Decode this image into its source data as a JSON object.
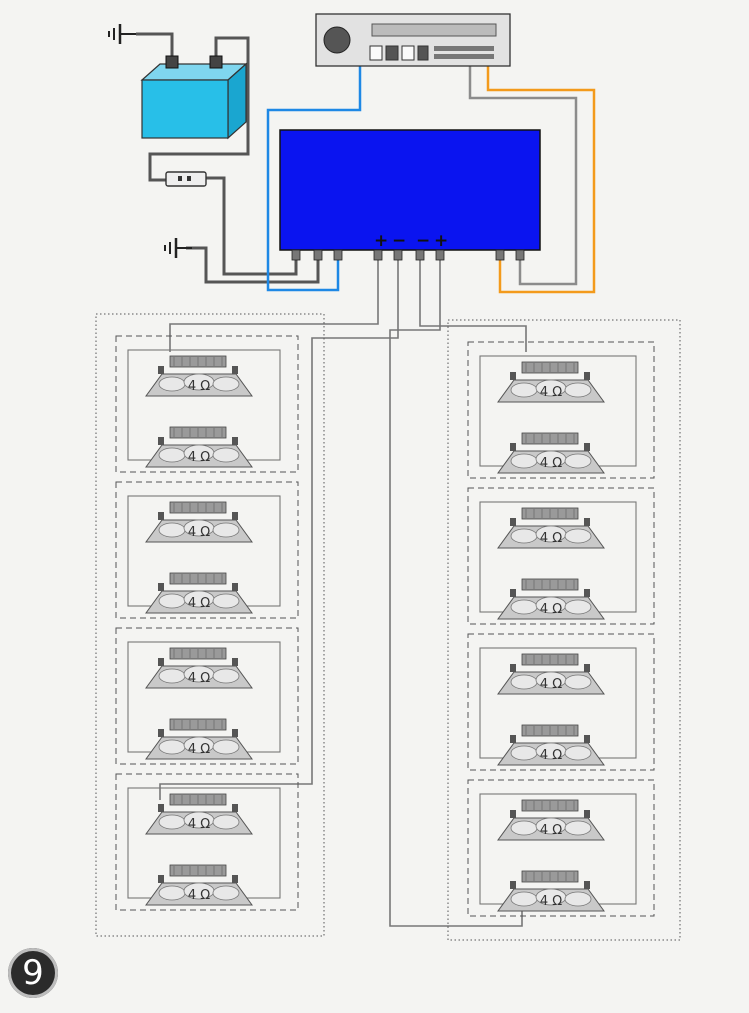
{
  "page": {
    "number": "9"
  },
  "colors": {
    "amplifier_fill": "#0a14f0",
    "battery_fill": "#28bfe8",
    "wire_dark": "#555555",
    "wire_grey": "#8c8c8c",
    "wire_blue": "#1e88e5",
    "wire_orange": "#f39a1c",
    "speaker_fill": "#c9c9c9"
  },
  "amplifier": {
    "terminal_labels": [
      "+",
      "−",
      "−",
      "+"
    ]
  },
  "speakers": {
    "impedance_label": "4 Ω",
    "columns": 2,
    "per_column": 8,
    "groups_per_column": 4
  },
  "icons": [
    "ground-icon",
    "battery-icon",
    "fuse-holder-icon",
    "head-unit-icon",
    "amplifier-icon",
    "speaker-icon"
  ]
}
